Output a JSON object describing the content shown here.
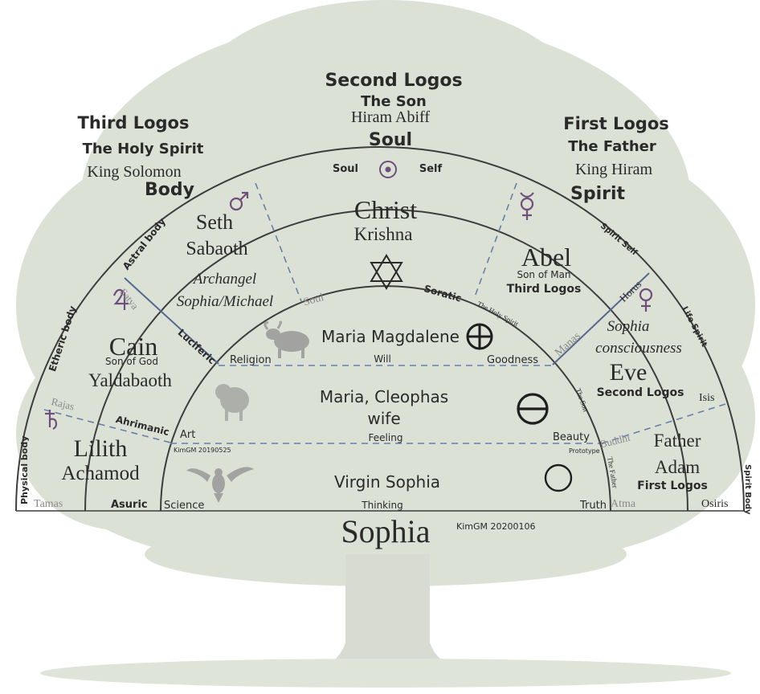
{
  "colors": {
    "ink": "#2a2a2a",
    "arc": "#3d3d3d",
    "dashed": "#5a6fa0",
    "planet": "#6e4e7a",
    "tree": "#c9d3bf",
    "muted": "#8a8a8a"
  },
  "top": {
    "second_logos": "Second Logos",
    "the_son": "The Son",
    "hiram_abiff": "Hiram Abiff",
    "soul": "Soul",
    "third_logos": "Third Logos",
    "holy_spirit": "The Holy Spirit",
    "king_solomon": "King Solomon",
    "body": "Body",
    "first_logos": "First Logos",
    "the_father": "The Father",
    "king_hiram": "King Hiram",
    "spirit": "Spirit"
  },
  "outer_band": {
    "soul_label": "Soul",
    "self_label": "Self",
    "astral_body": "Astral body",
    "etheric_body": "Etheric body",
    "physical_body": "Physical body",
    "spirit_self": "Spirit Self",
    "life_spirit": "Life Spirit",
    "spirit_body": "Spirit Body"
  },
  "segments": {
    "seth": "Seth",
    "sabaoth": "Sabaoth",
    "archangel": "Archangel",
    "sophia_michael": "Sophia/Michael",
    "christ": "Christ",
    "krishna": "Krishna",
    "abel": "Abel",
    "son_of_man": "Son of Man",
    "third_logos_small": "Third Logos",
    "cain": "Cain",
    "son_of_god": "Son of God",
    "yaldabaoth": "Yaldabaoth",
    "sophia_consciousness_1": "Sophia",
    "sophia_consciousness_2": "consciousness",
    "eve": "Eve",
    "second_logos_small": "Second Logos",
    "lilith": "Lilith",
    "achamod": "Achamod",
    "father": "Father",
    "adam": "Adam",
    "first_logos_small": "First Logos"
  },
  "edges": {
    "satva": "Satva",
    "rajas": "Rajas",
    "tamas": "Tamas",
    "asuric": "Asuric",
    "luciferic": "Luciferic",
    "ahrimanic": "Ahrimanic",
    "soul_inner": "Soul",
    "soratic": "Soratic",
    "the_holy_spirit": "The Holy Spirit",
    "manas": "Manas",
    "horus": "Horus",
    "the_son": "The Son",
    "buddhi": "Buddhi",
    "isis": "Isis",
    "the_father": "The Father",
    "atma": "Atma",
    "osiris": "Osiris",
    "prototype": "Prototype"
  },
  "inner": {
    "religion": "Religion",
    "will": "Will",
    "goodness": "Goodness",
    "art": "Art",
    "feeling": "Feeling",
    "beauty": "Beauty",
    "science": "Science",
    "thinking": "Thinking",
    "truth": "Truth",
    "maria_magdalene": "Maria Magdalene",
    "maria_cleophas_1": "Maria, Cleophas",
    "maria_cleophas_2": "wife",
    "virgin_sophia": "Virgin Sophia",
    "kimgm_small": "KimGM 20190525"
  },
  "bottom": {
    "sophia": "Sophia",
    "signature": "KimGM 20200106"
  },
  "icons": [
    "sun-circle-icon",
    "mars-icon",
    "jupiter-icon",
    "saturn-icon",
    "mercury-icon",
    "venus-icon",
    "moon-icon",
    "star-of-david-icon",
    "earth-cross-icon",
    "theta-circle-icon",
    "empty-circle-icon",
    "bull-icon",
    "lion-icon",
    "eagle-icon"
  ]
}
